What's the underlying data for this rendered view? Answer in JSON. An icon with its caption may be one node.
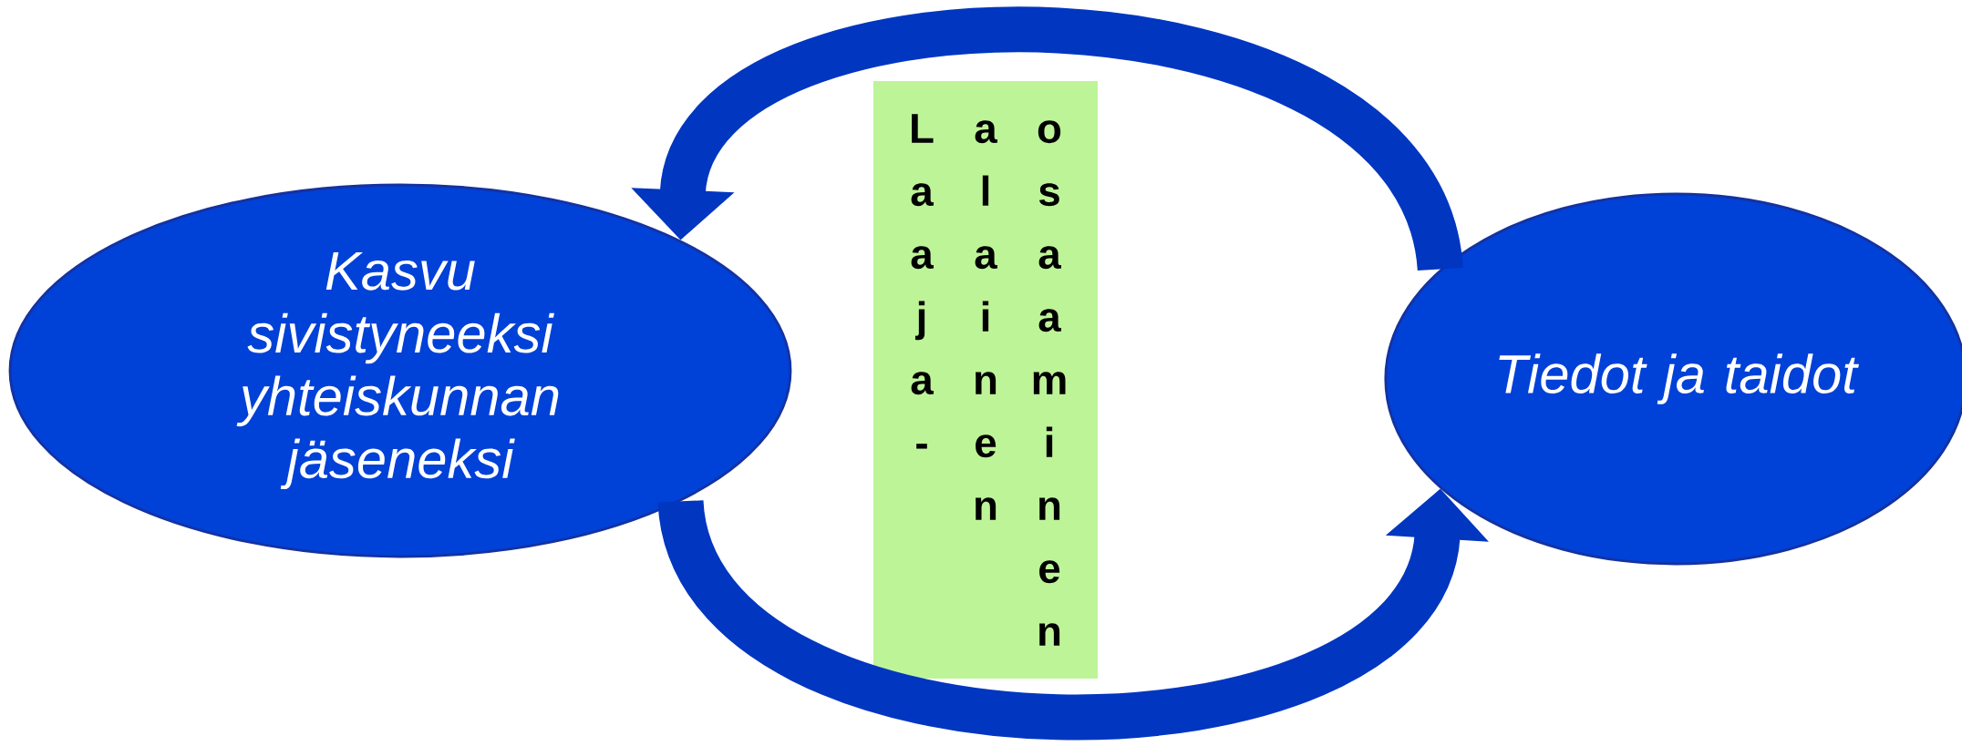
{
  "diagram": {
    "nodes": [
      {
        "text": [
          "*Kasvu sivistyneeksi yhteiskunnan jäseneksi*"
        ]
      },
      {
        "text": [
          "Laaja- alainen osaaminen"
        ]
      },
      {
        "text": [
          "*Tiedot ja taidot*"
        ]
      }
    ],
    "edges": [
      {
        "from": 2,
        "to": 0,
        "arrow": "to"
      },
      {
        "from": 0,
        "to": 2,
        "arrow": "to"
      }
    ]
  }
}
